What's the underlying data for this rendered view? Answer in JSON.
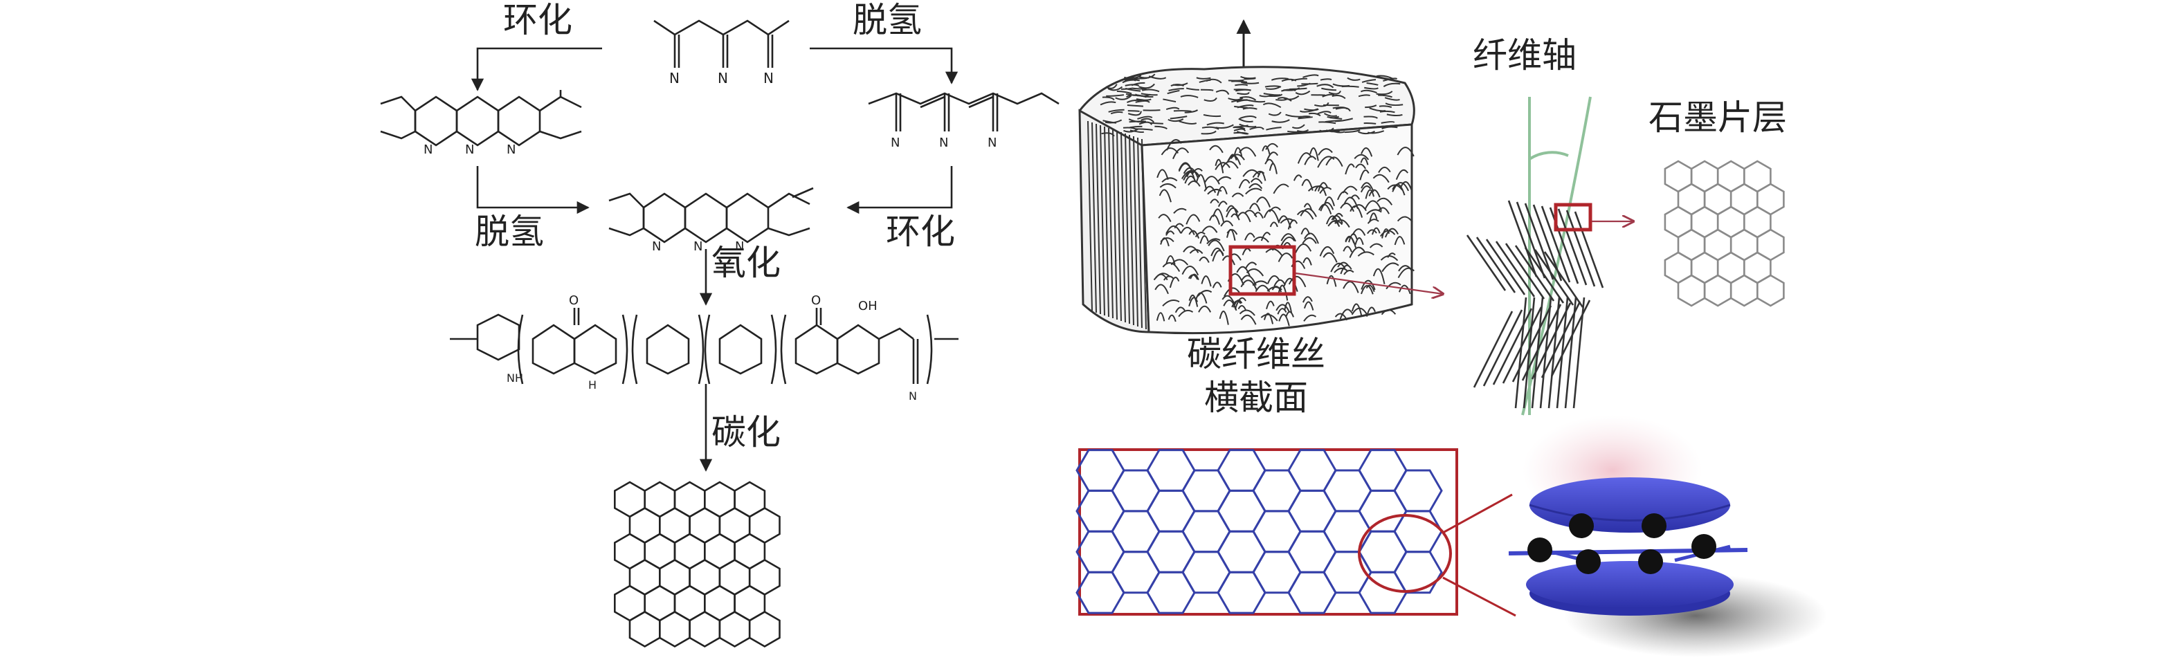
{
  "labels": {
    "cyclization_top": "环化",
    "dehydrogenation_top": "脱氢",
    "dehydrogenation_bottom": "脱氢",
    "cyclization_bottom": "环化",
    "oxidation": "氧化",
    "carbonization": "碳化",
    "fiber_axis": "纤维轴",
    "graphite_sheet": "石墨片层",
    "cross_section_line1": "碳纤维丝",
    "cross_section_line2": "横截面"
  },
  "colors": {
    "ink": "#222222",
    "callout_red": "#b0252b",
    "arrow_red": "#a0394a",
    "lattice_blue": "#3540a8",
    "axis_green": "#8fc19a",
    "orbital_blue": "#3a3fd0",
    "sheet_gray": "#8a8a8a"
  },
  "icons": {
    "cross_section": "carbon-fiber-block-icon",
    "fiber_bundle": "fiber-bundle-icon",
    "graphite_hexagon": "graphite-hexagon-icon",
    "pi_orbital": "pi-orbital-icon"
  }
}
